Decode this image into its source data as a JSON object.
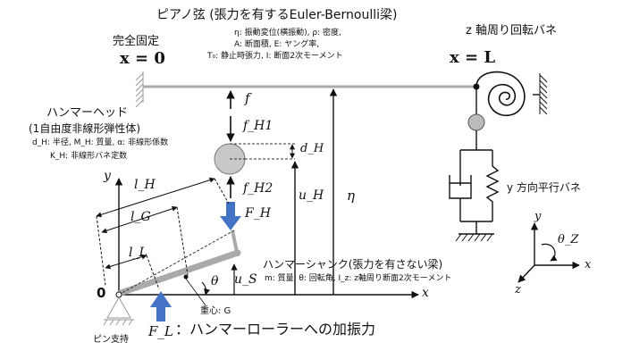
{
  "header": {
    "title": "ピアノ弦 (張力を有するEuler-Bernoulli梁)",
    "string_params_line1": "η: 振動変位(横振動),  ρ: 密度,",
    "string_params_line2": "A: 断面積,  E: ヤング率,",
    "string_params_line3": "T₀: 静止時張力,  I: 断面2次モーメント"
  },
  "left_support": {
    "label": "完全固定",
    "position": "x = 0"
  },
  "right_support": {
    "label": "z 軸周り回転バネ",
    "position": "x = L",
    "spring_label": "y 方向平行バネ"
  },
  "hammer_head": {
    "title": "ハンマーヘッド",
    "subtitle": "(1自由度非線形弾性体)",
    "params_line1": "d_H: 半径,  M_H: 質量,  α: 非線形係数",
    "params_line2": "K_H: 非線形バネ定数"
  },
  "forces": {
    "f": "f",
    "f_H1": "f_H1",
    "f_H2": "f_H2",
    "F_H": "F_H",
    "d_H": "d_H",
    "u_H": "u_H",
    "eta": "η",
    "u_S": "u_S"
  },
  "shank": {
    "title": "ハンマーシャンク(張力を有さない梁)",
    "params": "m: 質量,  θ: 回転角,  I_z: z軸周り断面2次モーメント",
    "centroid": "重心: G",
    "theta": "θ"
  },
  "lengths": {
    "l_H": "l_H",
    "l_G": "l_G",
    "l_L": "l_L"
  },
  "axes": {
    "y": "y",
    "x": "x",
    "origin": "0",
    "pin": "ピン支持"
  },
  "excitation": {
    "symbol": "F_L",
    "text": "：ハンマーローラーへの加振力"
  },
  "coord_system": {
    "y": "y",
    "x": "x",
    "z": "z",
    "theta_z": "θ_Z"
  },
  "colors": {
    "string": "#aaaaaa",
    "shank": "#aaaaaa",
    "force_arrow": "#4472c4",
    "ball": "#bbbbbb",
    "text": "#111111"
  }
}
